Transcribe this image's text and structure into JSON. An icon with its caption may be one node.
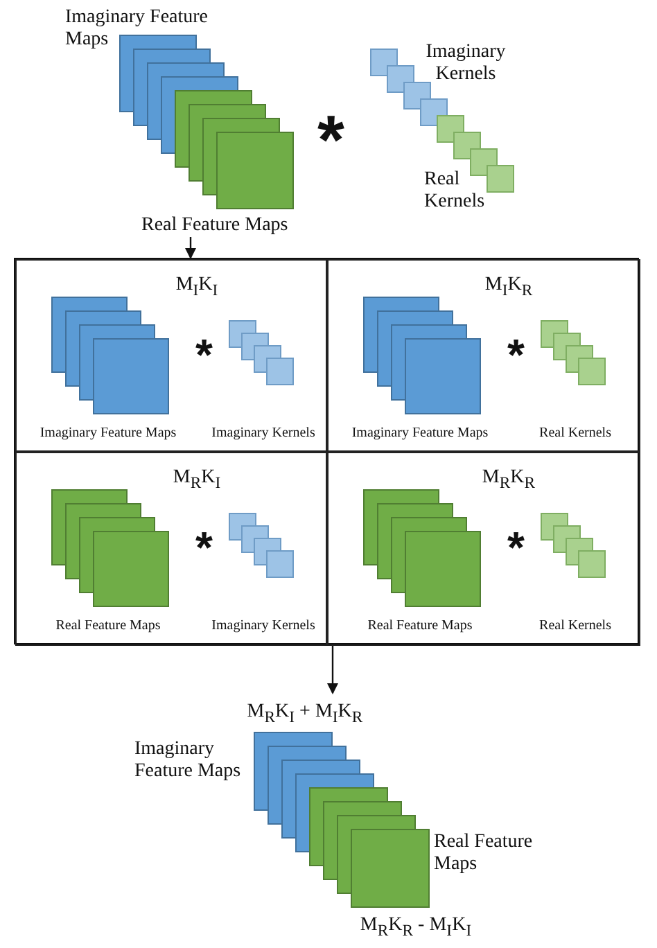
{
  "diagram": {
    "nodes": [
      {
        "text": [
          "Imaginary Feature Maps",
          "Real Feature Maps"
        ]
      },
      {
        "text": [
          "Imaginary Kernels",
          "Real Kernels"
        ]
      },
      {
        "text": [],
        "shape": "box"
      },
      {
        "text": [
          "M$_{I}$K$_{I}$",
          "Imaginary Feature Maps",
          "Imaginary Kernels"
        ],
        "in": 2
      },
      {
        "text": [
          "M$_{I}$K$_{R}$",
          "Imaginary Feature Maps",
          "Real Kernels"
        ],
        "in": 2
      },
      {
        "text": [
          "M$_{R}$K$_{I}$",
          "Real Feature Maps",
          "Imaginary Kernels"
        ],
        "in": 2
      },
      {
        "text": [
          "M$_{R}$K$_{R}$",
          "Real Feature Maps",
          "Real Kernels"
        ],
        "in": 2
      },
      {
        "text": [
          "M$_{R}$K$_{I}$ + M$_{I}$K$_{R}$",
          "Imaginary Feature Maps",
          "Real Feature Maps",
          "M$_{R}$K$_{R}$ - M$_{I}$K$_{I}$"
        ]
      }
    ],
    "edges": [
      {
        "from": 0,
        "to": 2,
        "arrow": "to"
      },
      {
        "from": 2,
        "to": 7,
        "arrow": "to"
      }
    ],
    "labels": [
      "*",
      "*",
      "*",
      "*",
      "*"
    ]
  }
}
